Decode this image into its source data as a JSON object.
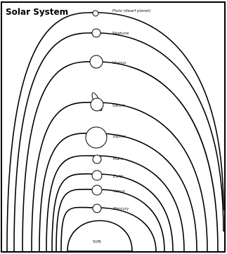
{
  "title": "Solar System",
  "sun_label": "SUN",
  "planets": [
    {
      "name": "Pluto (dwarf planet)",
      "shaded": false
    },
    {
      "name": "Neptune",
      "shaded": false
    },
    {
      "name": "Uranus",
      "shaded": false
    },
    {
      "name": "Saturn",
      "shaded": true
    },
    {
      "name": "Jupiter",
      "shaded": true
    },
    {
      "name": "Mars",
      "shaded": false
    },
    {
      "name": "Earth",
      "shaded": true
    },
    {
      "name": "Venus",
      "shaded": false
    },
    {
      "name": "Mercury",
      "shaded": false
    }
  ]
}
